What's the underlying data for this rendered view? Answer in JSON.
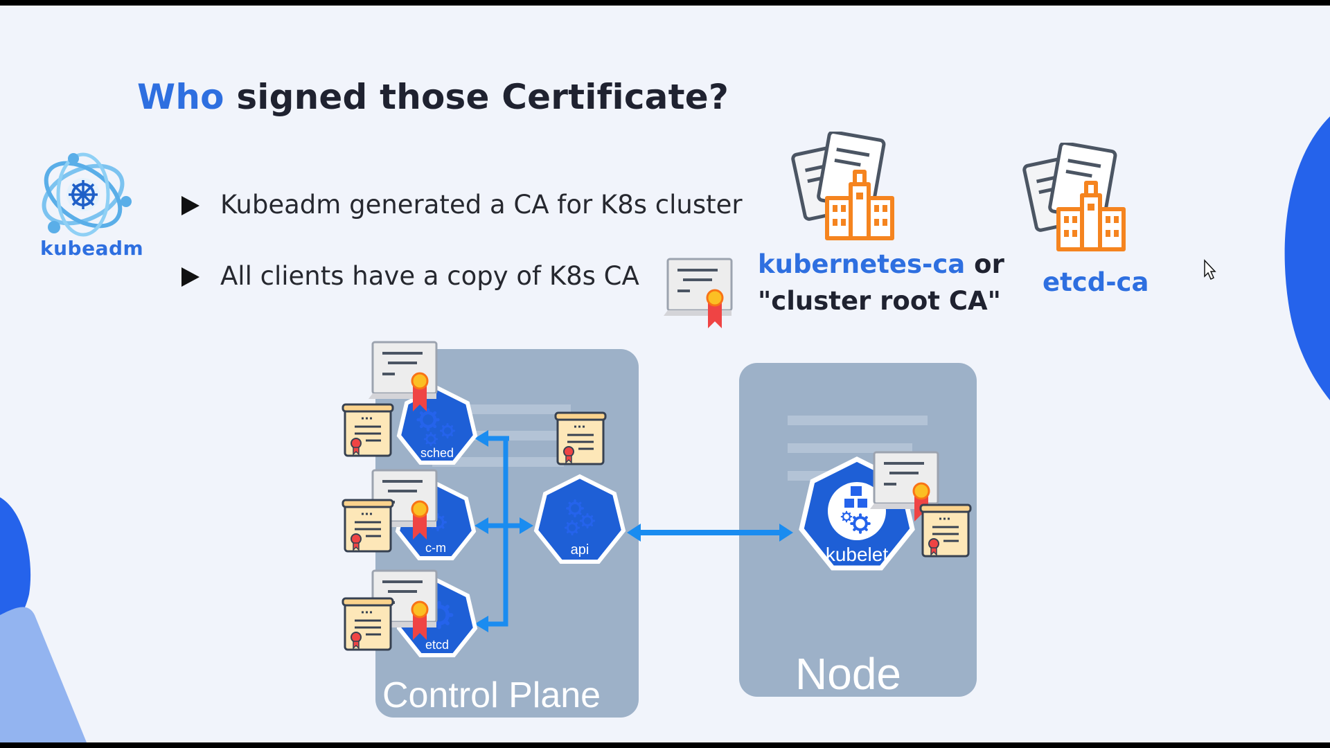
{
  "slide": {
    "title_highlight": "Who",
    "title_rest": "signed those Certificate?",
    "bullets": [
      "Kubeadm generated a CA for K8s cluster",
      "All clients have a copy of K8s CA"
    ]
  },
  "logo": {
    "label": "kubeadm",
    "icon": "kubeadm-logo-icon"
  },
  "cas": {
    "kubernetes_ca": {
      "name": "kubernetes-ca",
      "connector": "or",
      "alias": "\"cluster root CA\"",
      "icon": "ca-building-icon"
    },
    "etcd_ca": {
      "name": "etcd-ca",
      "icon": "ca-building-icon"
    }
  },
  "control_plane": {
    "label": "Control Plane",
    "components": [
      "sched",
      "c-m",
      "etcd",
      "api"
    ]
  },
  "node": {
    "label": "Node",
    "components": [
      "kubelet"
    ]
  },
  "colors": {
    "accent_blue": "#2e6fe0",
    "ca_orange": "#f5841f",
    "panel": "#9db1c8",
    "arrow": "#1a8cf0",
    "background": "#f1f4fb"
  }
}
